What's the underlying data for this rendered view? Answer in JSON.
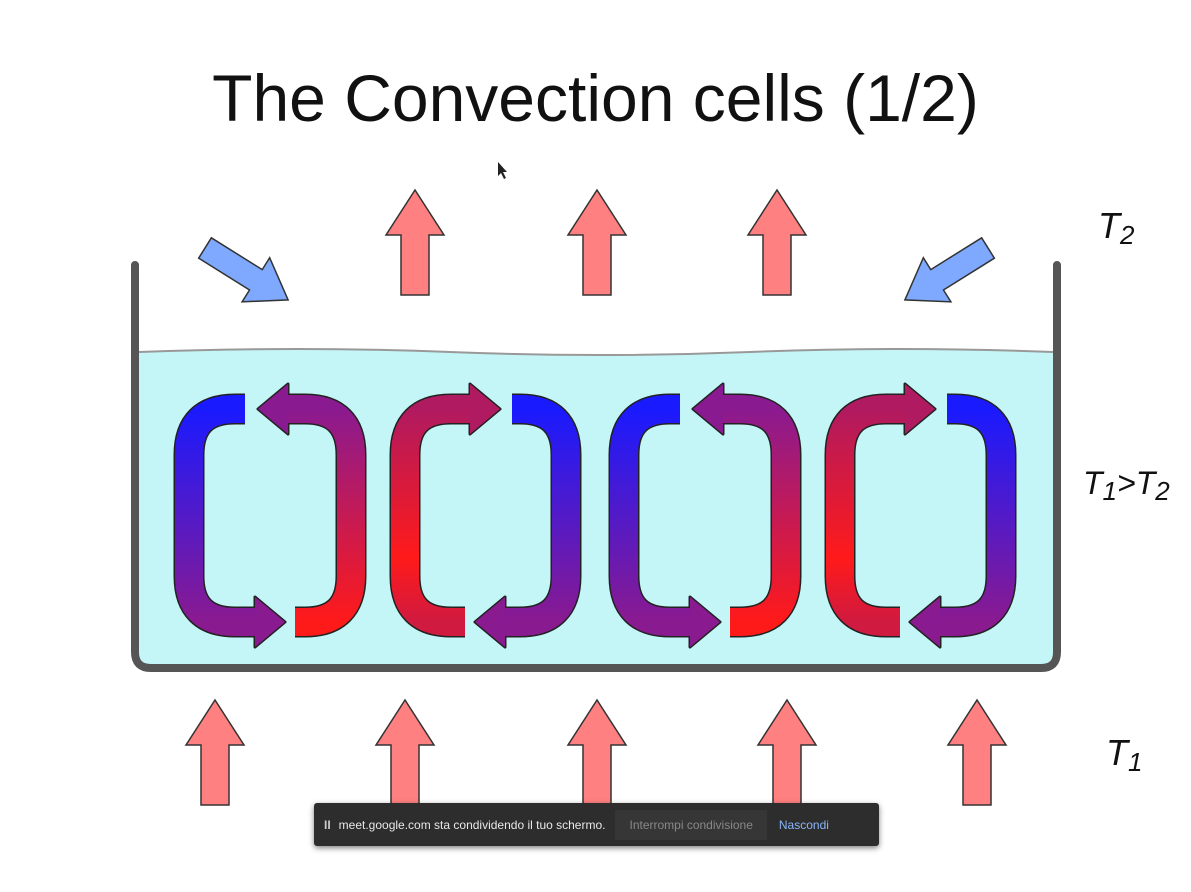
{
  "slide": {
    "title": "The Convection cells (1/2)",
    "label_top": {
      "base": "T",
      "sub": "2"
    },
    "label_middle": {
      "base1": "T",
      "sub1": "1",
      "op": ">",
      "base2": "T",
      "sub2": "2"
    },
    "label_bottom": {
      "base": "T",
      "sub": "1"
    }
  },
  "colors": {
    "hot": "#ff1a1a",
    "cold": "#1a1aff",
    "mid": "#7a1aa0",
    "water": "#c4f6f8",
    "heat_arrow": "#ff8080",
    "cool_arrow": "#7fa8ff"
  },
  "share_banner": {
    "message": "meet.google.com sta condividendo il tuo schermo.",
    "stop_label": "Interrompi condivisione",
    "hide_label": "Nascondi"
  }
}
